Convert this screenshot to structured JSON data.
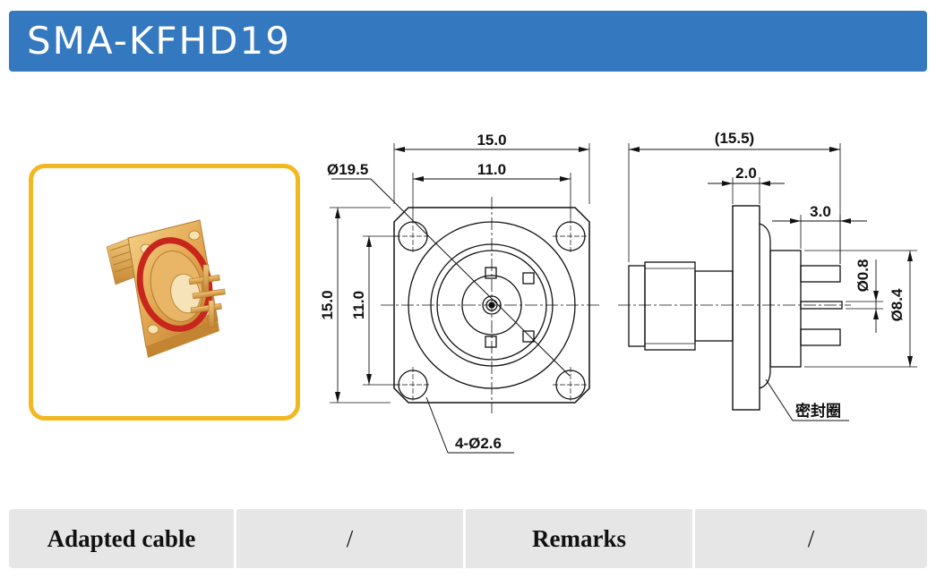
{
  "header": {
    "title": "SMA-KFHD19"
  },
  "drawing": {
    "front_view": {
      "width_outer": "15.0",
      "width_hole_spacing": "11.0",
      "height_outer": "15.0",
      "height_hole_spacing": "11.0",
      "circle_diameter": "Ø19.5",
      "mount_holes": "4-Ø2.6"
    },
    "side_view": {
      "overall_length": "(15.5)",
      "flange_thickness": "2.0",
      "pin_length": "3.0",
      "pin_diameter": "Ø0.8",
      "body_diameter": "Ø8.4",
      "seal_ring_label": "密封圈"
    }
  },
  "colors": {
    "title_bar": "#3479bf",
    "photo_border": "#f2b81f",
    "table_bg": "#e6e6e6",
    "gold": "#e0a54a",
    "seal": "#c8261c"
  },
  "table": {
    "cells": [
      "Adapted cable",
      "/",
      "Remarks",
      "/"
    ]
  }
}
